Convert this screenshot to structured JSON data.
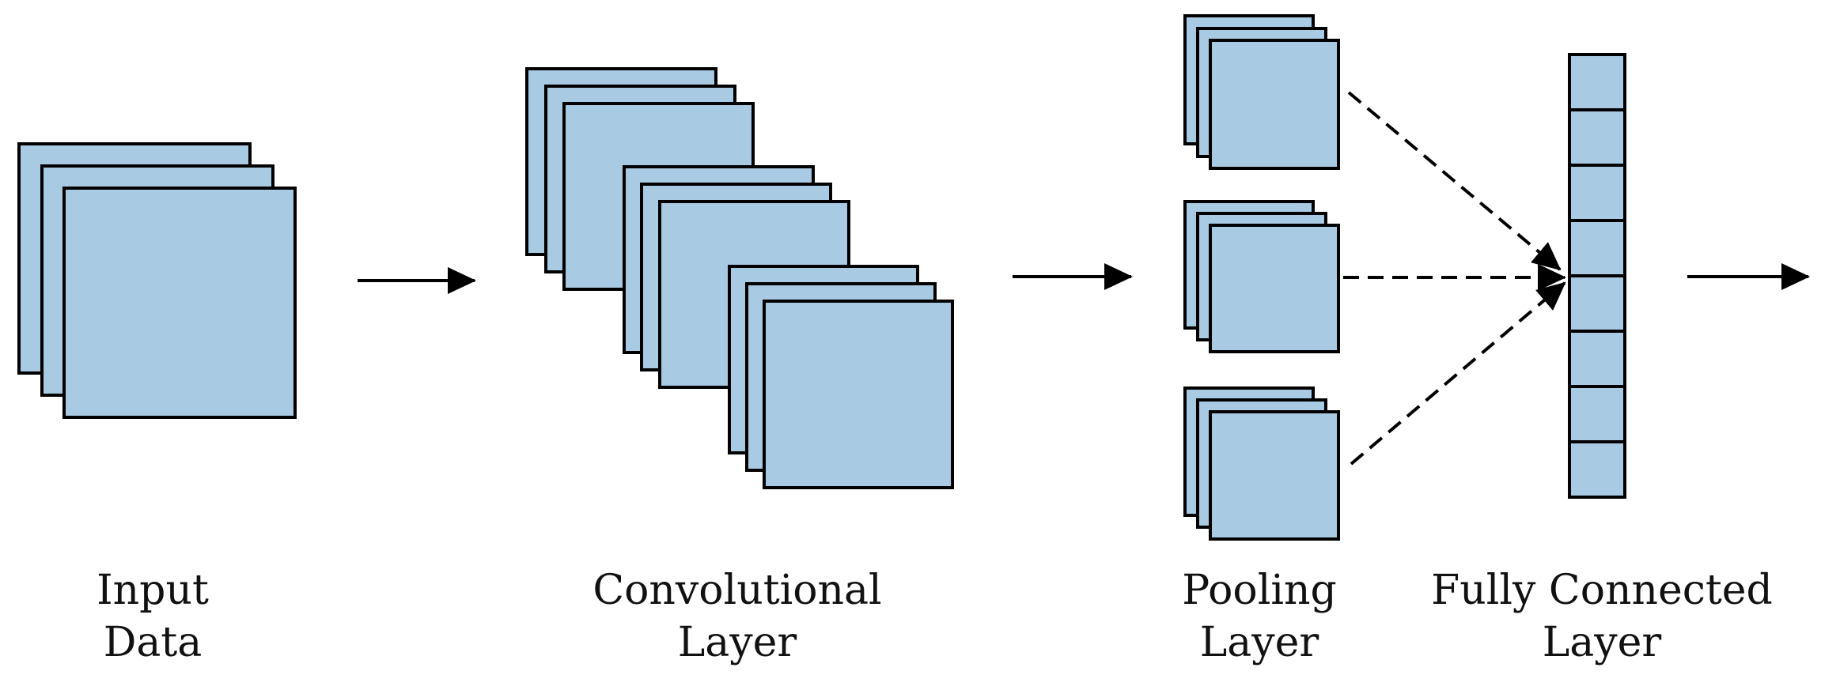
{
  "colors": {
    "feature_fill": "#a9cae3",
    "stroke": "#000000",
    "background": "#ffffff"
  },
  "labels": {
    "input": {
      "line1": "Input",
      "line2": "Data"
    },
    "convolutional": {
      "line1": "Convolutional",
      "line2": "Layer"
    },
    "pooling": {
      "line1": "Pooling",
      "line2": "Layer"
    },
    "fully_connected": {
      "line1": "Fully Connected",
      "line2": "Layer"
    }
  },
  "fully_connected": {
    "cell_count": 8
  }
}
